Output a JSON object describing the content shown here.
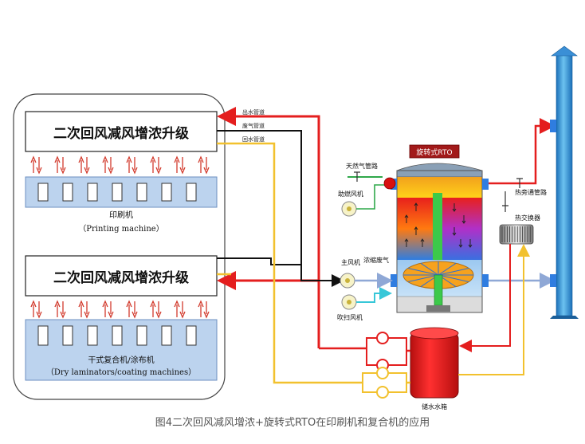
{
  "process_boxes": {
    "top_title": "二次回风减风增浓升级",
    "bottom_title": "二次回风减风增浓升级"
  },
  "machines": {
    "printing_cn": "印刷机",
    "printing_en": "（Printing machine）",
    "laminator_cn": "干式复合机/涂布机",
    "laminator_en": "（Dry laminators/coating machines）"
  },
  "pipes": {
    "outlet_water": "出水管道",
    "exhaust_gas": "废气管道",
    "return_water": "回水管道"
  },
  "rto": {
    "title": "旋转式RTO",
    "natural_gas": "天然气管路",
    "burner_fan": "助燃风机",
    "main_fan": "主风机",
    "concentrated_gas": "浓缩废气",
    "purge_fan": "吹扫风机",
    "hot_bypass": "热旁通管路",
    "heat_exchanger": "热交换器",
    "water_tank": "储水水箱"
  },
  "caption": "图4二次回风减风增浓+旋转式RTO在印刷机和复合机的应用",
  "colors": {
    "hot_red": "#e41e1e",
    "exhaust_black": "#111111",
    "return_yellow": "#f2c12e",
    "outlet_blue": "#8fa8d6",
    "tank_red": "#e82222",
    "chimney_blue": "#3a8fd6"
  }
}
